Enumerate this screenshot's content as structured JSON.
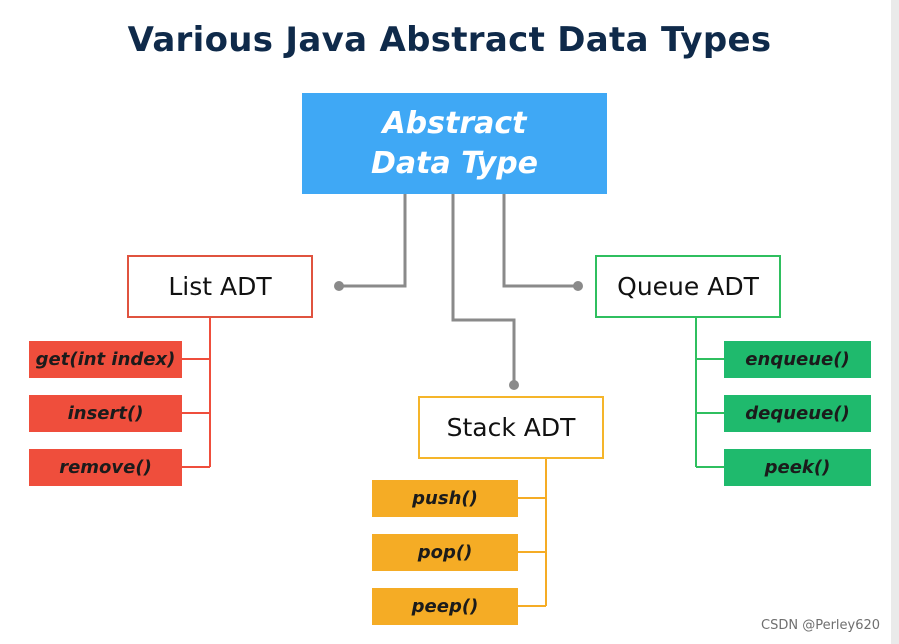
{
  "title": "Various Java Abstract Data Types",
  "root": {
    "line1": "Abstract",
    "line2": "Data Type"
  },
  "list": {
    "label": "List ADT",
    "operations": [
      "get(int index)",
      "insert()",
      "remove()"
    ],
    "color": "#ef4e3c"
  },
  "stack": {
    "label": "Stack ADT",
    "operations": [
      "push()",
      "pop()",
      "peep()"
    ],
    "color": "#f5ac25"
  },
  "queue": {
    "label": "Queue ADT",
    "operations": [
      "enqueue()",
      "dequeue()",
      "peek()"
    ],
    "color": "#1fba6d"
  },
  "colors": {
    "title": "#0f2a4a",
    "root": "#3fa8f5",
    "connector": "#8a8a8a"
  },
  "watermark": "CSDN @Perley620"
}
